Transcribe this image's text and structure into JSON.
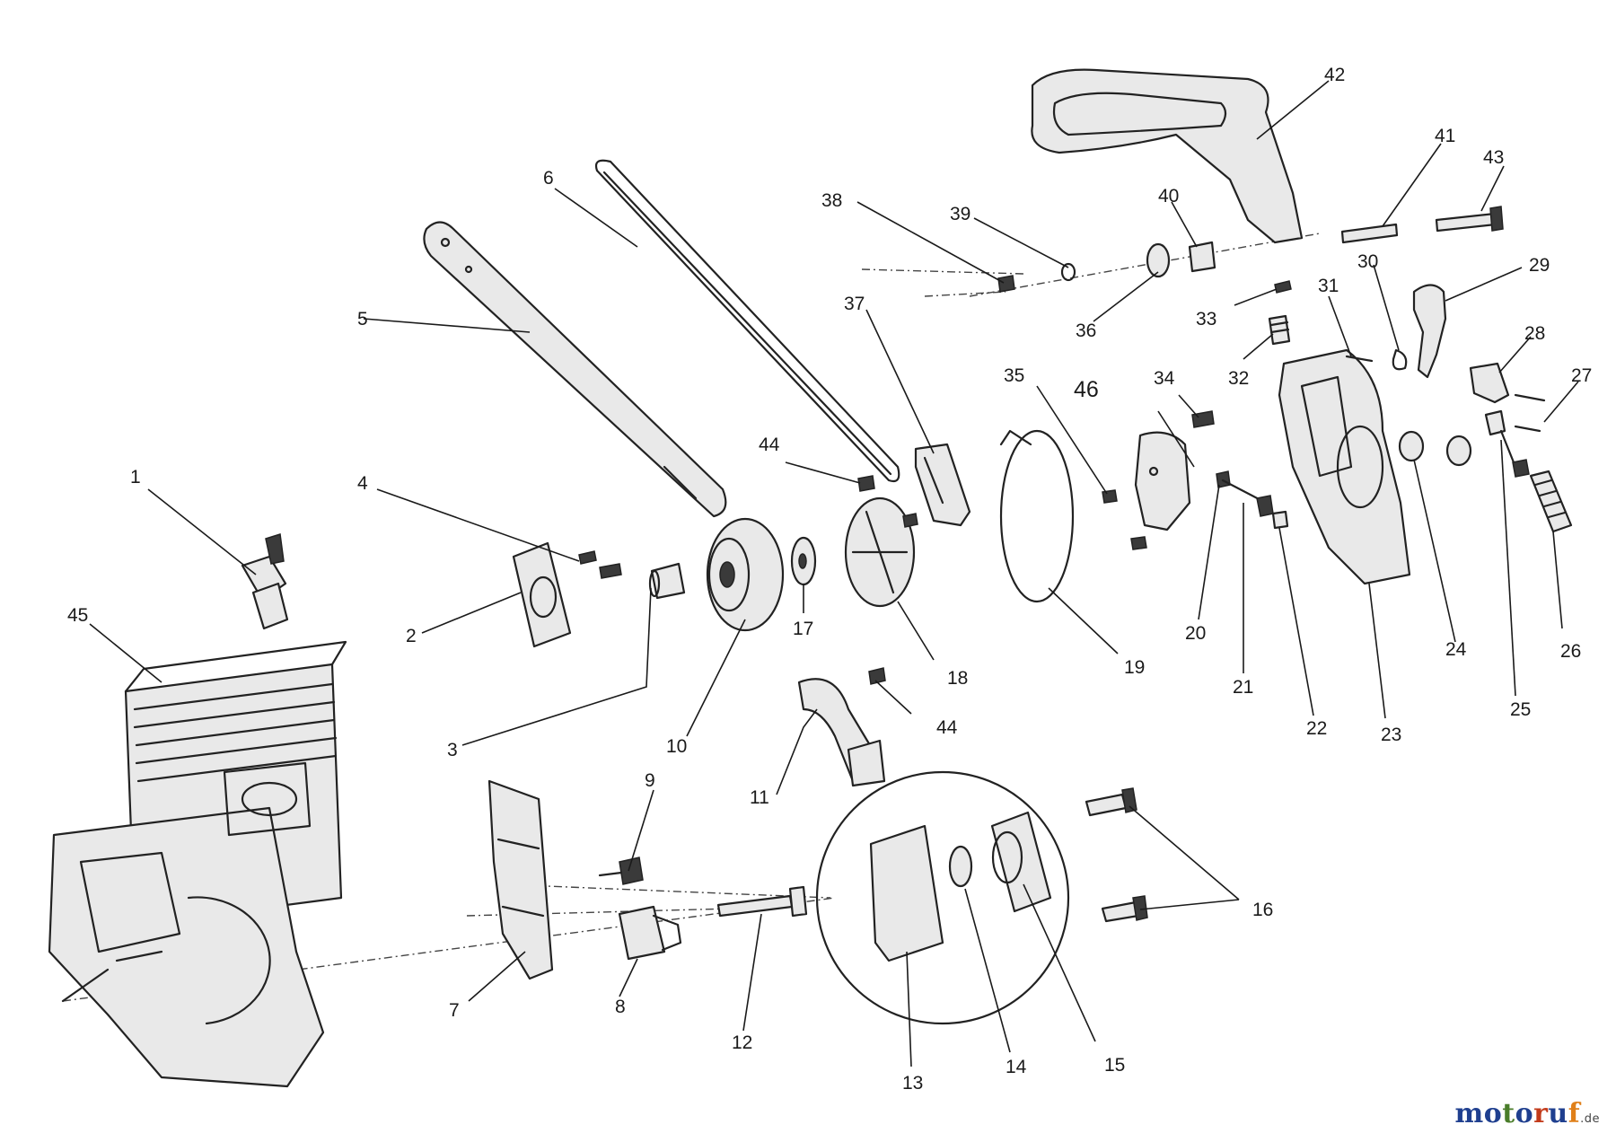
{
  "brand": {
    "name_parts": [
      "m",
      "o",
      "t",
      "o",
      "r",
      "u",
      "f"
    ],
    "tld": ".de",
    "colors": [
      "#1f3f8f",
      "#1f3f8f",
      "#4a7d2a",
      "#1f3f8f",
      "#c23a1a",
      "#1f3f8f",
      "#e0801a"
    ]
  },
  "labels": [
    {
      "id": "1",
      "text": "1"
    },
    {
      "id": "2",
      "text": "2"
    },
    {
      "id": "3",
      "text": "3"
    },
    {
      "id": "4",
      "text": "4"
    },
    {
      "id": "5",
      "text": "5"
    },
    {
      "id": "6",
      "text": "6"
    },
    {
      "id": "7",
      "text": "7"
    },
    {
      "id": "8",
      "text": "8"
    },
    {
      "id": "9",
      "text": "9"
    },
    {
      "id": "10",
      "text": "10"
    },
    {
      "id": "11",
      "text": "11"
    },
    {
      "id": "12",
      "text": "12"
    },
    {
      "id": "13",
      "text": "13"
    },
    {
      "id": "14",
      "text": "14"
    },
    {
      "id": "15",
      "text": "15"
    },
    {
      "id": "16",
      "text": "16"
    },
    {
      "id": "17",
      "text": "17"
    },
    {
      "id": "18",
      "text": "18"
    },
    {
      "id": "19",
      "text": "19"
    },
    {
      "id": "20",
      "text": "20"
    },
    {
      "id": "21",
      "text": "21"
    },
    {
      "id": "22",
      "text": "22"
    },
    {
      "id": "23",
      "text": "23"
    },
    {
      "id": "24",
      "text": "24"
    },
    {
      "id": "25",
      "text": "25"
    },
    {
      "id": "26",
      "text": "26"
    },
    {
      "id": "27",
      "text": "27"
    },
    {
      "id": "28",
      "text": "28"
    },
    {
      "id": "29",
      "text": "29"
    },
    {
      "id": "30",
      "text": "30"
    },
    {
      "id": "31",
      "text": "31"
    },
    {
      "id": "32",
      "text": "32"
    },
    {
      "id": "33",
      "text": "33"
    },
    {
      "id": "34",
      "text": "34"
    },
    {
      "id": "35",
      "text": "35"
    },
    {
      "id": "36",
      "text": "36"
    },
    {
      "id": "37",
      "text": "37"
    },
    {
      "id": "38",
      "text": "38"
    },
    {
      "id": "39",
      "text": "39"
    },
    {
      "id": "40",
      "text": "40"
    },
    {
      "id": "41",
      "text": "41"
    },
    {
      "id": "42",
      "text": "42"
    },
    {
      "id": "43",
      "text": "43"
    },
    {
      "id": "44a",
      "text": "44"
    },
    {
      "id": "44b",
      "text": "44"
    },
    {
      "id": "45",
      "text": "45"
    },
    {
      "id": "46",
      "text": "46"
    }
  ]
}
